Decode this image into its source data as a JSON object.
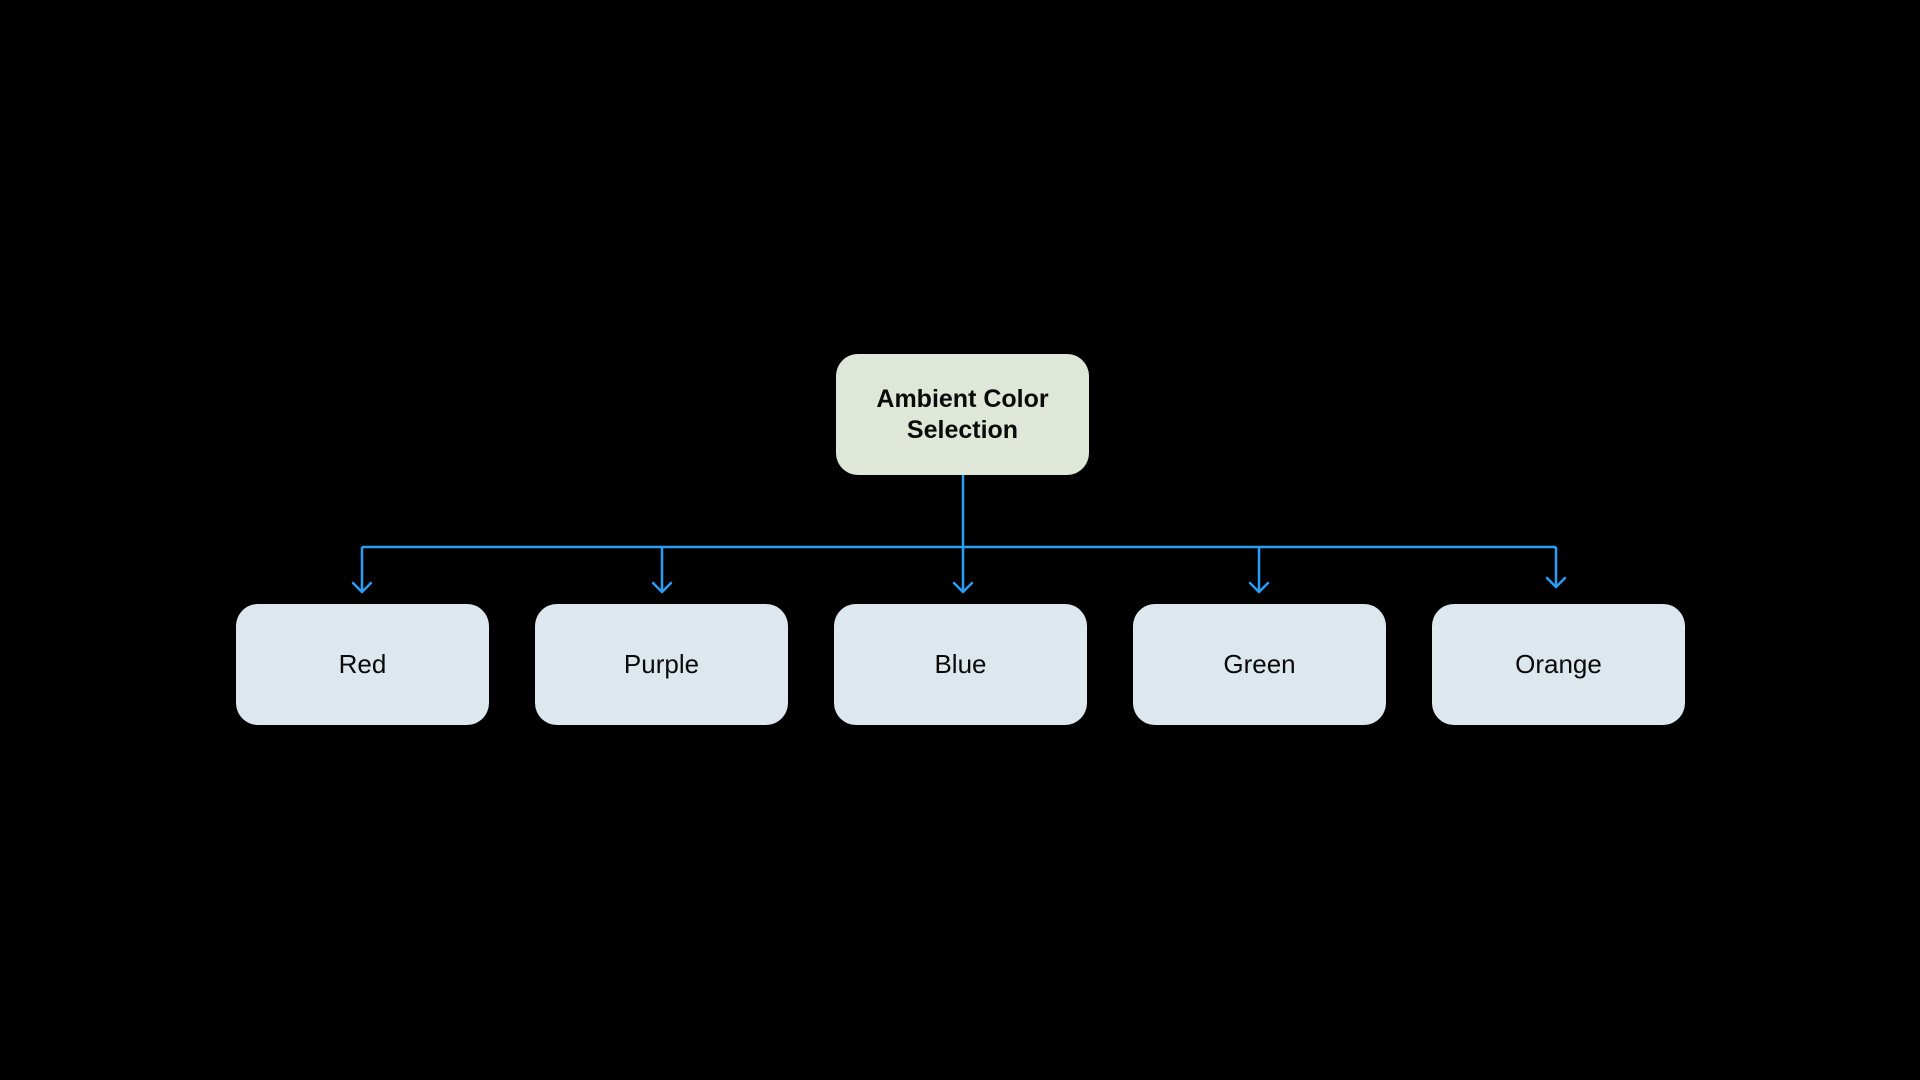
{
  "colors": {
    "background": "#000000",
    "root_fill": "#dfe8d8",
    "child_fill": "#dde8ee",
    "connector": "#2a9df4",
    "text": "#0a0a0a"
  },
  "root": {
    "label": "Ambient Color Selection"
  },
  "children": [
    {
      "label": "Red"
    },
    {
      "label": "Purple"
    },
    {
      "label": "Blue"
    },
    {
      "label": "Green"
    },
    {
      "label": "Orange"
    }
  ]
}
